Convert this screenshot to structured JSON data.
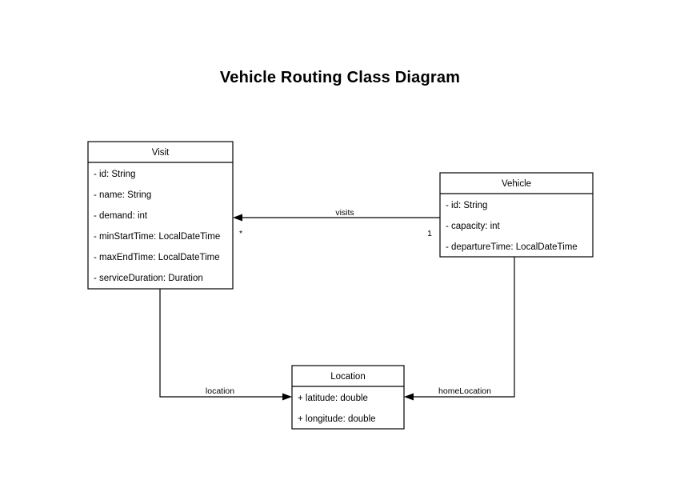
{
  "diagram": {
    "title": "Vehicle Routing Class Diagram",
    "type": "uml-class-diagram",
    "background_color": "#ffffff",
    "line_color": "#000000",
    "text_color": "#000000",
    "classes": [
      {
        "id": "visit",
        "name": "Visit",
        "attributes": [
          "- id: String",
          "- name: String",
          "- demand: int",
          "- minStartTime: LocalDateTime",
          "- maxEndTime: LocalDateTime",
          "- serviceDuration: Duration"
        ]
      },
      {
        "id": "vehicle",
        "name": "Vehicle",
        "attributes": [
          "- id: String",
          "- capacity: int",
          "- departureTime: LocalDateTime"
        ]
      },
      {
        "id": "location",
        "name": "Location",
        "attributes": [
          "+ latitude: double",
          "+ longitude: double"
        ]
      }
    ],
    "relationships": [
      {
        "id": "visits",
        "label": "visits",
        "from": "Vehicle",
        "to": "Visit",
        "source_multiplicity": "1",
        "target_multiplicity": "*"
      },
      {
        "id": "location",
        "label": "location",
        "from": "Visit",
        "to": "Location",
        "source_multiplicity": "",
        "target_multiplicity": ""
      },
      {
        "id": "homeLocation",
        "label": "homeLocation",
        "from": "Vehicle",
        "to": "Location",
        "source_multiplicity": "",
        "target_multiplicity": ""
      }
    ]
  }
}
